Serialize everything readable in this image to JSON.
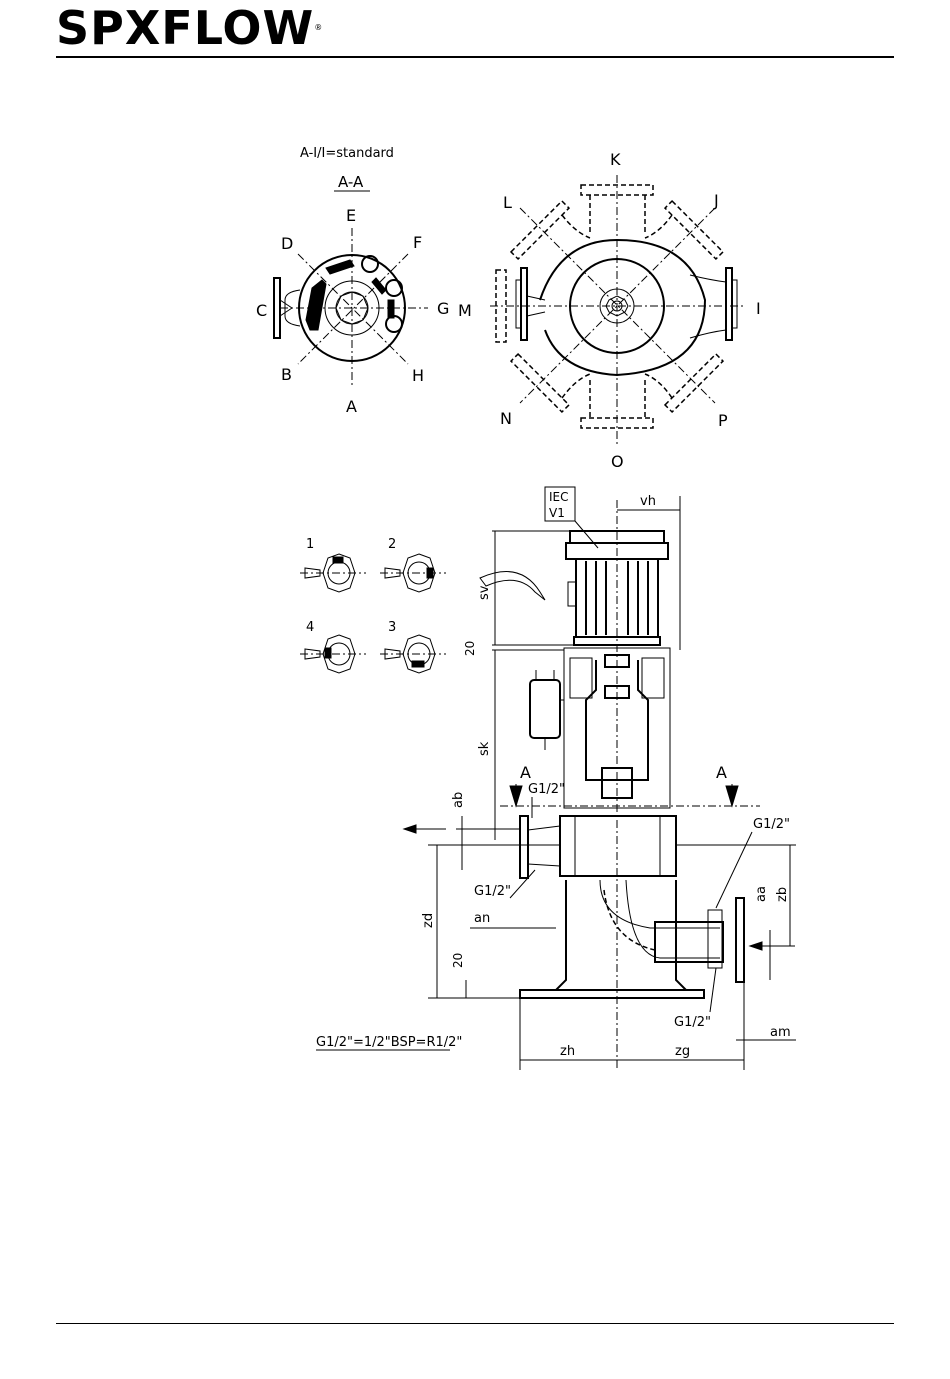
{
  "header": {
    "brand": "SPXFLOW"
  },
  "view_section": {
    "note": "A-I/I=standard",
    "section_label": "A-A",
    "left_positions": [
      "A",
      "B",
      "C",
      "D",
      "E",
      "F",
      "G",
      "H"
    ],
    "right_positions": [
      "I",
      "J",
      "K",
      "L",
      "M",
      "N",
      "O",
      "P"
    ]
  },
  "rotation_variants": [
    "1",
    "2",
    "4",
    "3"
  ],
  "motor": {
    "standard": "IEC",
    "mount": "V1"
  },
  "sections": {
    "left": "A",
    "right": "A"
  },
  "dimensions": {
    "vh": "vh",
    "sv": "sv",
    "d20_top": "20",
    "sk": "sk",
    "ab": "ab",
    "zd": "zd",
    "an": "an",
    "d20_bottom": "20",
    "zh": "zh",
    "zg": "zg",
    "am": "am",
    "aa": "aa",
    "zb": "zb"
  },
  "ports": {
    "p1": "G1/2\"",
    "p2": "G1/2\"",
    "p3": "G1/2\"",
    "p4": "G1/2\""
  },
  "thread_note": "G1/2\"=1/2\"BSP=R1/2\""
}
